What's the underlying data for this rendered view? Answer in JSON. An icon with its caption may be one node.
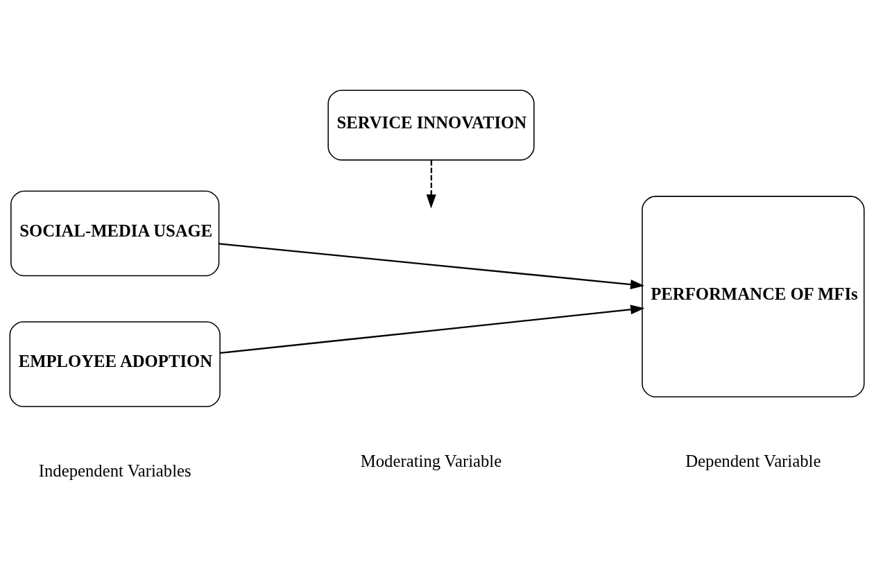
{
  "diagram": {
    "nodes": [
      {
        "text": [
          "SERVICE INNOVATION"
        ]
      },
      {
        "text": [
          "SOCIAL-MEDIA USAGE"
        ]
      },
      {
        "text": [
          "EMPLOYEE ADOPTION"
        ]
      },
      {
        "text": [
          "PERFORMANCE OF MFIs"
        ]
      }
    ],
    "edges": [
      {
        "from": 1,
        "to": 3,
        "arrow": "to"
      },
      {
        "from": 2,
        "to": 3,
        "arrow": "to"
      },
      {
        "from": 0,
        "to": null,
        "arrow": "to",
        "style": "dashed"
      }
    ],
    "labels": [
      "Independent Variables",
      "Moderating Variable",
      "Dependent Variable"
    ]
  }
}
